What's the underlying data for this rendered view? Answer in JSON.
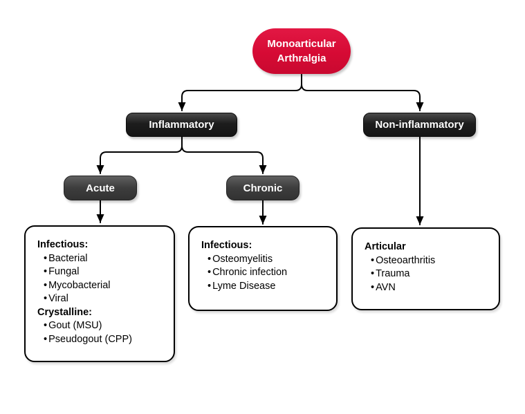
{
  "diagram_title": "Monoarticular Arthralgia flowchart",
  "nodes": {
    "root": {
      "label": "Monoarticular Arthralgia"
    },
    "inflammatory": {
      "label": "Inflammatory"
    },
    "non_inflammatory": {
      "label": "Non-inflammatory"
    },
    "acute": {
      "label": "Acute"
    },
    "chronic": {
      "label": "Chronic"
    }
  },
  "leaves": {
    "acute_detail": {
      "sections": [
        {
          "heading": "Infectious:",
          "items": [
            "Bacterial",
            "Fungal",
            "Mycobacterial",
            "Viral"
          ]
        },
        {
          "heading": "Crystalline:",
          "items": [
            "Gout (MSU)",
            "Pseudogout (CPP)"
          ]
        }
      ]
    },
    "chronic_detail": {
      "sections": [
        {
          "heading": "Infectious:",
          "items": [
            "Osteomyelitis",
            "Chronic infection",
            "Lyme Disease"
          ]
        }
      ]
    },
    "articular_detail": {
      "sections": [
        {
          "heading": "Articular",
          "items": [
            "Osteoarthritis",
            "Trauma",
            "AVN"
          ]
        }
      ]
    }
  },
  "colors": {
    "root_fill": "#d60a34",
    "dark_node_fill": "#1d1d1d",
    "gray_node_fill": "#3d3d3d",
    "node_text": "#ffffff",
    "leaf_border": "#000000",
    "connector": "#000000",
    "background": "#ffffff"
  }
}
